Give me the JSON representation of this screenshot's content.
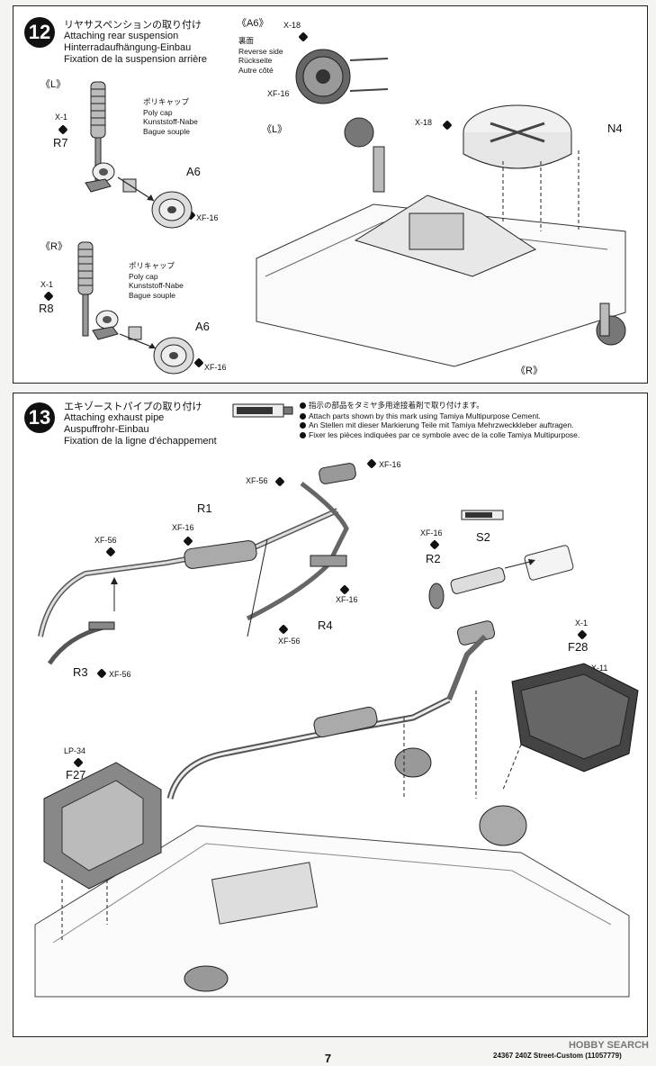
{
  "step12": {
    "number": "12",
    "title_jp": "リヤサスペンションの取り付け",
    "title_en": "Attaching rear suspension",
    "title_de": "Hinterradaufhängung-Einbau",
    "title_fr": "Fixation de la suspension arrière",
    "left_label": "《L》",
    "right_label": "《R》",
    "poly_jp": "ポリキャップ",
    "poly_en": "Poly cap",
    "poly_de": "Kunststoff-Nabe",
    "poly_fr": "Bague souple",
    "x1": "X-1",
    "r7": "R7",
    "r8": "R8",
    "a6": "A6",
    "xf16": "XF-16",
    "inset_label": "《A6》",
    "x18": "X-18",
    "reverse_jp": "裏面",
    "reverse_en": "Reverse side",
    "reverse_de": "Rückseite",
    "reverse_fr": "Autre côté",
    "n4": "N4"
  },
  "step13": {
    "number": "13",
    "title_jp": "エキゾーストパイプの取り付け",
    "title_en": "Attaching exhaust pipe",
    "title_de": "Auspuffrohr-Einbau",
    "title_fr": "Fixation de la ligne d'échappement",
    "note_jp": "指示の部品をタミヤ多用途接着剤で取り付けます。",
    "note_en": "Attach parts shown by this mark using Tamiya Multipurpose Cement.",
    "note_de": "An Stellen mit dieser Markierung Teile mit Tamiya Mehrzweckkleber auftragen.",
    "note_fr": "Fixer les pièces indiquées par ce symbole avec de la colle Tamiya Multipurpose.",
    "xf56": "XF-56",
    "xf16": "XF-16",
    "r1": "R1",
    "r2": "R2",
    "r3": "R3",
    "r4": "R4",
    "s2": "S2",
    "x1": "X-1",
    "x11": "X-11",
    "f28": "F28",
    "lp34": "LP-34",
    "f27": "F27"
  },
  "footer": {
    "page": "7",
    "code": "24367  240Z Street-Custom (11057779)",
    "watermark": "HOBBY SEARCH"
  }
}
